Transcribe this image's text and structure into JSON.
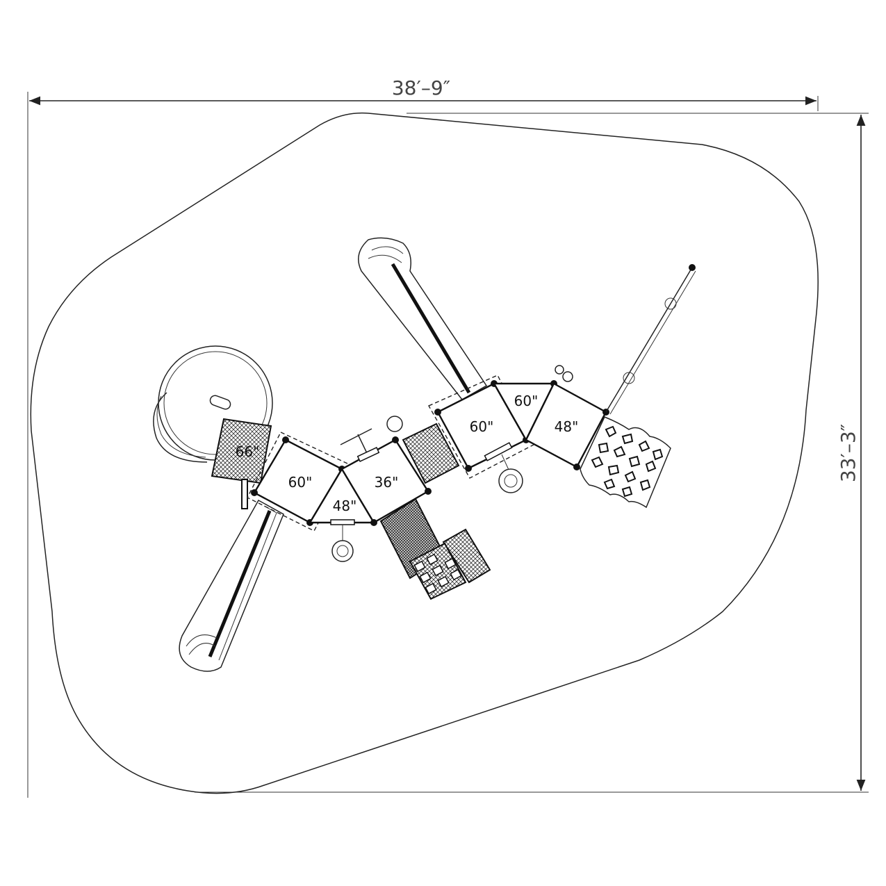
{
  "dimensions": {
    "width_label": "38′–9″",
    "height_label": "33′–3″"
  },
  "decks": {
    "left_66": "66\"",
    "left_60": "60\"",
    "left_48": "48\"",
    "center_36": "36\"",
    "right_60": "60\"",
    "right_link_60": "60\"",
    "right_48": "48\""
  }
}
